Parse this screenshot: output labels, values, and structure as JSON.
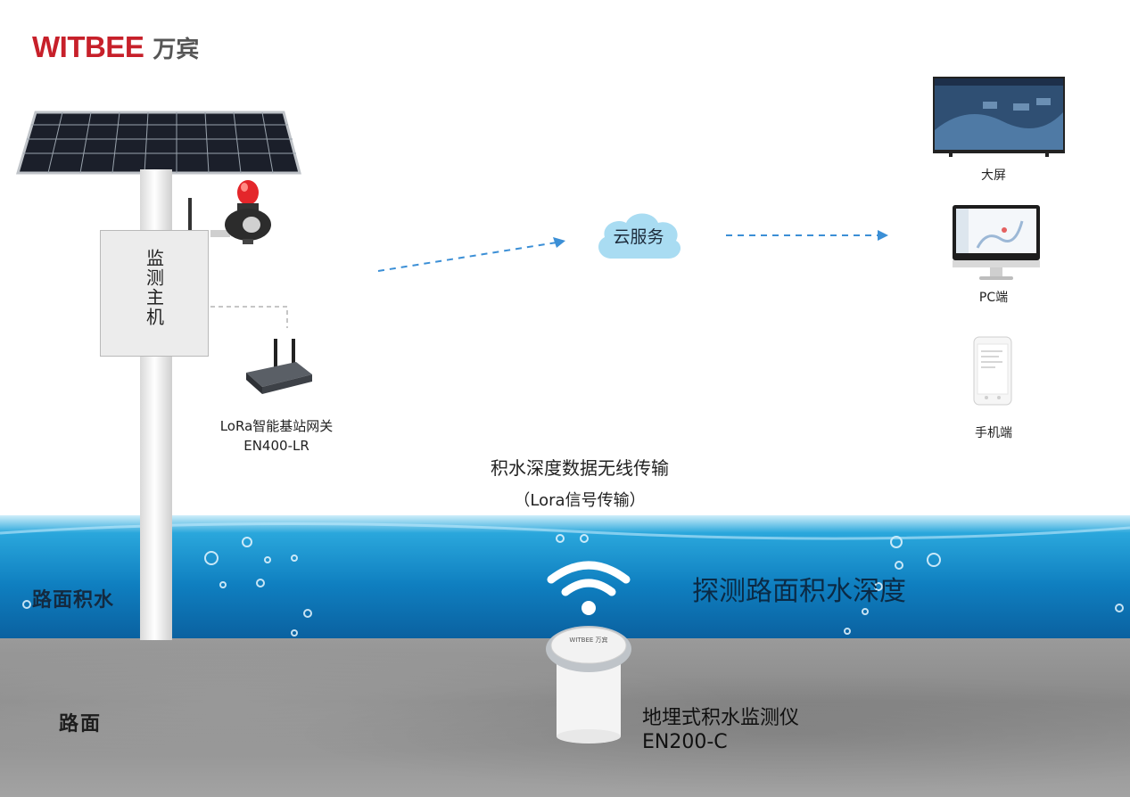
{
  "brand": {
    "en": "WITBEE",
    "cn": "万宾"
  },
  "monitor_host": {
    "label": "监测主机"
  },
  "gateway": {
    "name": "LoRa智能基站网关",
    "model": "EN400-LR"
  },
  "transmission": {
    "title": "积水深度数据无线传输",
    "subtitle": "（Lora信号传输）"
  },
  "cloud": {
    "label": "云服务"
  },
  "devices": [
    {
      "label": "大屏",
      "icon": "large-screen-icon"
    },
    {
      "label": "PC端",
      "icon": "desktop-monitor-icon"
    },
    {
      "label": "手机端",
      "icon": "mobile-phone-icon"
    }
  ],
  "water": {
    "detect_label": "探测路面积水深度",
    "zone_label": "路面积水"
  },
  "road": {
    "zone_label": "路面"
  },
  "sensor": {
    "name": "地埋式积水监测仪",
    "model": "EN200-C",
    "cap_text": "WITBEE 万宾"
  },
  "colors": {
    "brand_red": "#c7202a",
    "arrow_blue": "#3b8fd6",
    "water_blue": "#0f7fc0"
  }
}
